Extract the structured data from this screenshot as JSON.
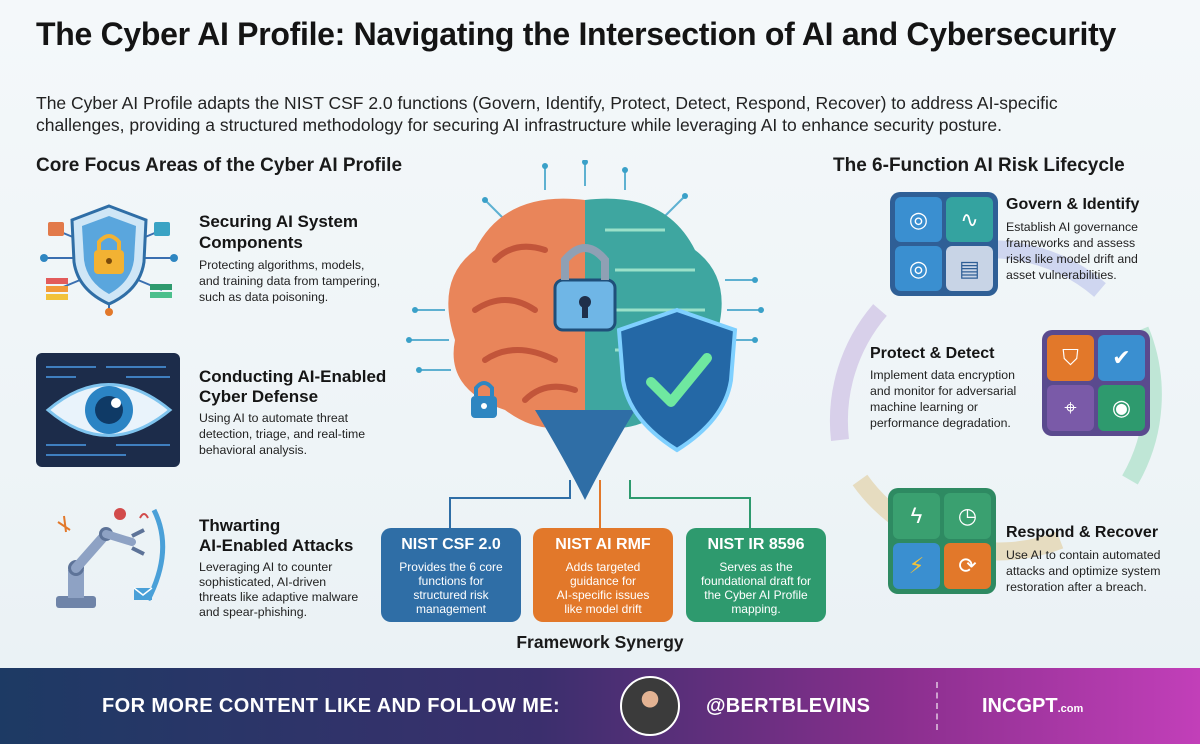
{
  "title": "The Cyber AI Profile: Navigating the Intersection of AI and Cybersecurity",
  "intro": "The Cyber AI Profile adapts the NIST CSF 2.0 functions (Govern, Identify, Protect, Detect, Respond, Recover) to address AI-specific challenges, providing a structured methodology for securing AI infrastructure while leveraging AI to enhance security posture.",
  "core": {
    "heading": "Core Focus Areas of the Cyber AI Profile",
    "items": [
      {
        "title_1": "Securing AI System",
        "title_2": "Components",
        "desc_1": "Protecting algorithms, models,",
        "desc_2": "and training data from tampering,",
        "desc_3": "such as data poisoning."
      },
      {
        "title_1": "Conducting AI-Enabled",
        "title_2": "Cyber Defense",
        "desc_1": "Using AI to automate threat",
        "desc_2": "detection, triage, and real-time",
        "desc_3": "behavioral analysis."
      },
      {
        "title_1": "Thwarting",
        "title_2": "AI-Enabled Attacks",
        "desc_1": "Leveraging AI to counter",
        "desc_2": "sophisticated, AI-driven",
        "desc_3": "threats like adaptive malware",
        "desc_4": "and spear-phishing."
      }
    ]
  },
  "frameworks": [
    {
      "title": "NIST CSF 2.0",
      "desc_1": "Provides the 6 core",
      "desc_2": "functions for",
      "desc_3": "structured risk",
      "desc_4": "management",
      "color": "#2f6ea6"
    },
    {
      "title": "NIST AI RMF",
      "desc_1": "Adds targeted",
      "desc_2": "guidance for",
      "desc_3": "AI-specific issues",
      "desc_4": "like model drift",
      "color": "#e2782a"
    },
    {
      "title": "NIST IR 8596",
      "desc_1": "Serves as the",
      "desc_2": "foundational draft for",
      "desc_3": "the Cyber AI Profile",
      "desc_4": "mapping.",
      "color": "#2e9a6e"
    }
  ],
  "synergy": "Framework Synergy",
  "lifecycle": {
    "heading": "The 6-Function AI Risk Lifecycle",
    "govern": {
      "title": "Govern & Identify",
      "desc_1": "Establish AI governance",
      "desc_2": "frameworks and assess",
      "desc_3": "risks like model drift and",
      "desc_4": "asset vulnerabilities."
    },
    "protect": {
      "title": "Protect & Detect",
      "desc_1": "Implement data encryption",
      "desc_2": "and monitor for adversarial",
      "desc_3": "machine learning or",
      "desc_4": "performance degradation."
    },
    "respond": {
      "title": "Respond & Recover",
      "desc_1": "Use AI to contain automated",
      "desc_2": "attacks and optimize system",
      "desc_3": "restoration after a breach."
    }
  },
  "footer": {
    "cta": "FOR MORE CONTENT LIKE AND FOLLOW ME:",
    "handle": "@BERTBLEVINS",
    "brand": "INCGPT",
    "brand_suffix": ".com"
  },
  "colors": {
    "blue": "#2f6ea6",
    "orange": "#e2782a",
    "green": "#2e9a6e",
    "purple": "#8a2f8e"
  }
}
